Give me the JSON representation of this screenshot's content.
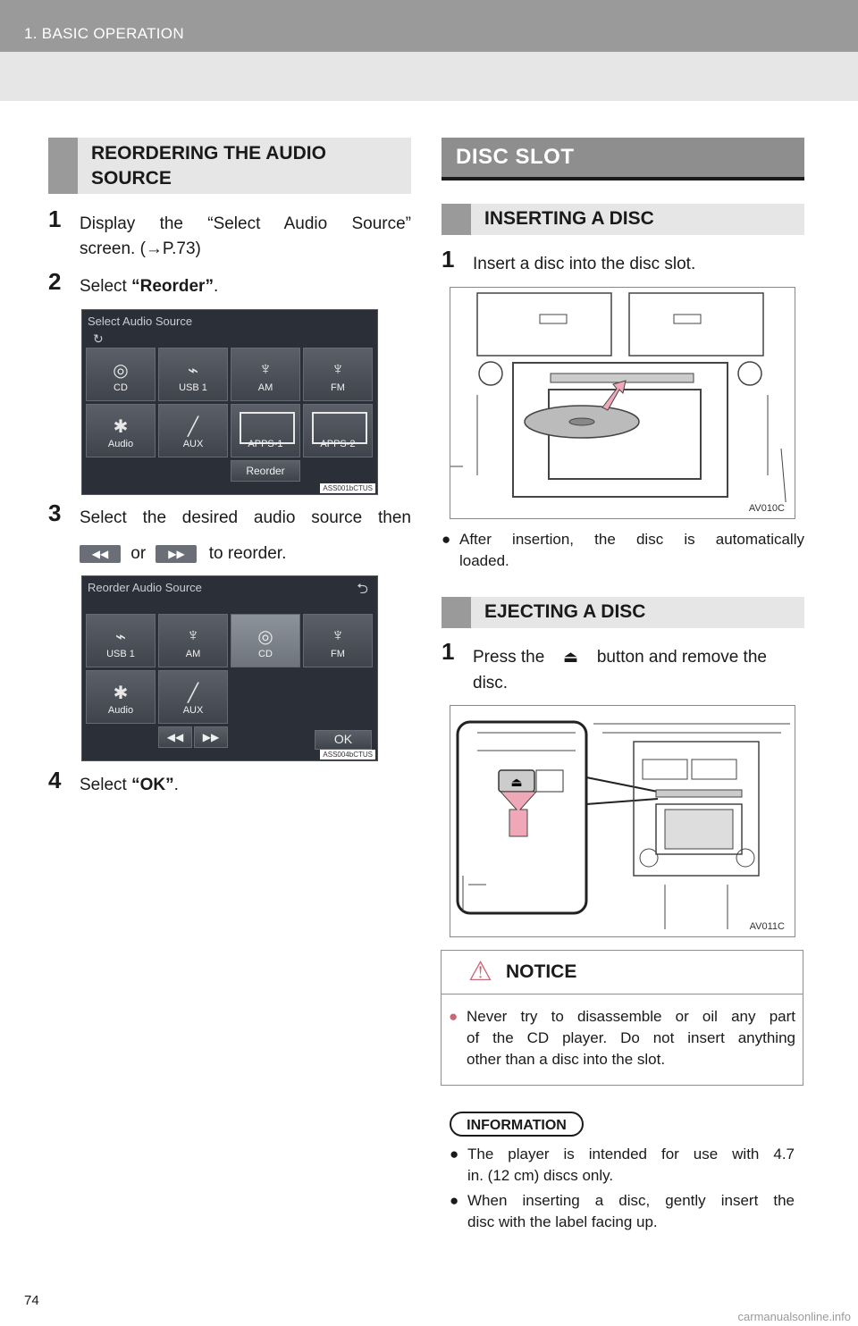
{
  "header": {
    "title": "1. BASIC OPERATION"
  },
  "left": {
    "section_title": "REORDERING THE AUDIO SOURCE",
    "step1": {
      "num": "1",
      "text_a": "Display  the  “Select  Audio  Source”",
      "text_b": "screen. (→P.73)"
    },
    "step2": {
      "num": "2",
      "text_pre": "Select ",
      "text_bold": "“Reorder”",
      "text_post": "."
    },
    "screen1": {
      "title": "Select Audio Source",
      "tiles": [
        "CD",
        "USB 1",
        "AM",
        "FM",
        "Audio",
        "AUX",
        "APPS-1",
        "APPS-2"
      ],
      "reorder_label": "Reorder",
      "code": "ASS001bCTUS"
    },
    "step3": {
      "num": "3",
      "text_a": "Select  the  desired  audio  source  then",
      "text_or": "or",
      "text_post": "to reorder."
    },
    "screen2": {
      "title": "Reorder Audio Source",
      "tiles": [
        "USB 1",
        "AM",
        "CD",
        "FM",
        "Audio",
        "AUX"
      ],
      "ok_label": "OK",
      "code": "ASS004bCTUS"
    },
    "step4": {
      "num": "4",
      "text_pre": "Select ",
      "text_bold": "“OK”",
      "text_post": "."
    }
  },
  "right": {
    "section_title": "DISC SLOT",
    "insert": {
      "title": "INSERTING A DISC",
      "step_num": "1",
      "step_text": "Insert a disc into the disc slot.",
      "fig_code": "AV010C",
      "bullet": "After  insertion,  the  disc  is  automatically",
      "bullet_b": "loaded."
    },
    "eject": {
      "title": "EJECTING A DISC",
      "step_num": "1",
      "step_pre": "Press  the",
      "step_post": "button  and  remove  the",
      "step_b": "disc.",
      "fig_code": "AV011C"
    },
    "notice": {
      "title": "NOTICE",
      "lines": [
        "Never  try  to  disassemble  or  oil  any  part",
        "of  the  CD  player.  Do  not  insert  anything",
        "other than a disc into the slot."
      ]
    },
    "information": {
      "title": "INFORMATION",
      "items": [
        {
          "a": "The  player  is  intended  for  use  with  4.7",
          "b": "in. (12 cm) discs only."
        },
        {
          "a": "When  inserting  a  disc,  gently  insert  the",
          "b": "disc with the label facing up."
        }
      ]
    }
  },
  "page_number": "74",
  "watermark": "carmanualsonline.info"
}
